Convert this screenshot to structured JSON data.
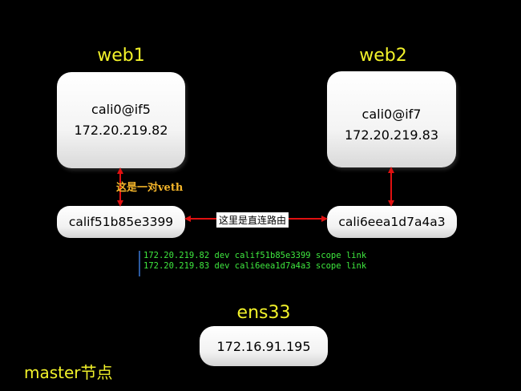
{
  "nodes": {
    "web1": {
      "title": "web1",
      "iface": "cali0@if5",
      "ip": "172.20.219.82"
    },
    "web2": {
      "title": "web2",
      "iface": "cali0@if7",
      "ip": "172.20.219.83"
    },
    "host_if_left": "calif51b85e3399",
    "host_if_right": "cali6eea1d7a4a3",
    "ens33": {
      "title": "ens33",
      "ip": "172.16.91.195"
    }
  },
  "labels": {
    "veth_note": "这是一对veth",
    "route_note": "这里是直连路由",
    "host": "master节点"
  },
  "terminal": {
    "lines": [
      "172.20.219.82 dev calif51b85e3399 scope link",
      "172.20.219.83 dev cali6eea1d7a4a3 scope link"
    ]
  },
  "colors": {
    "background": "#000000",
    "title_yellow": "#f2f22a",
    "note_orange": "#f5b62a",
    "arrow_red": "#e01010",
    "terminal_green": "#3fe93f"
  }
}
